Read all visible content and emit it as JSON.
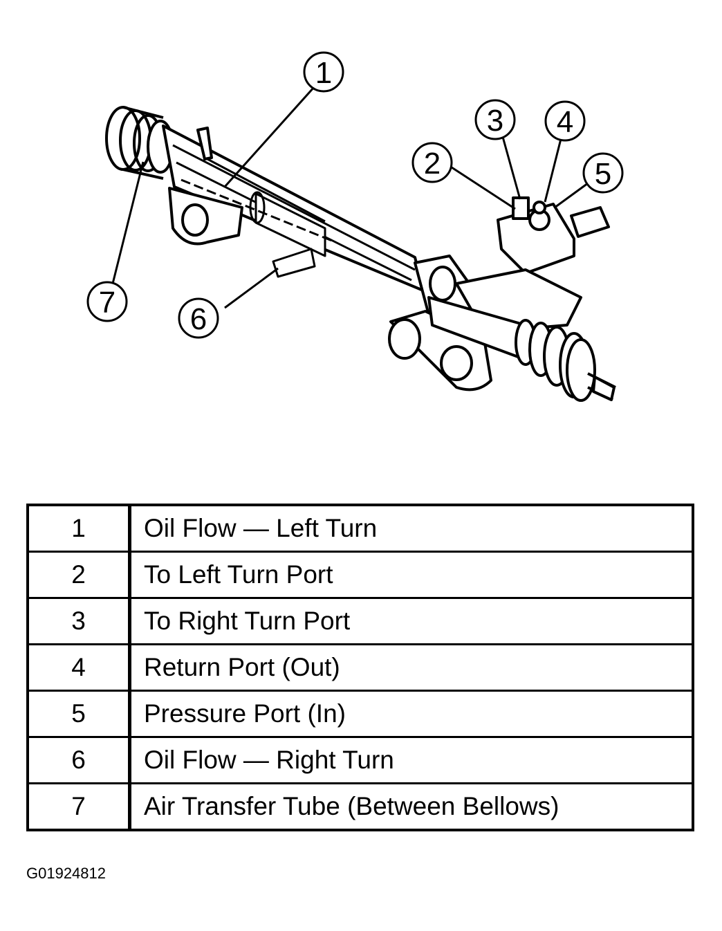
{
  "callouts": [
    "1",
    "2",
    "3",
    "4",
    "5",
    "6",
    "7"
  ],
  "legend": [
    {
      "num": "1",
      "desc": "Oil Flow — Left Turn"
    },
    {
      "num": "2",
      "desc": "To Left Turn Port"
    },
    {
      "num": "3",
      "desc": "To Right Turn Port"
    },
    {
      "num": "4",
      "desc": "Return Port (Out)"
    },
    {
      "num": "5",
      "desc": "Pressure Port (In)"
    },
    {
      "num": "6",
      "desc": "Oil Flow — Right Turn"
    },
    {
      "num": "7",
      "desc": "Air Transfer Tube (Between Bellows)"
    }
  ],
  "figure_id": "G01924812"
}
